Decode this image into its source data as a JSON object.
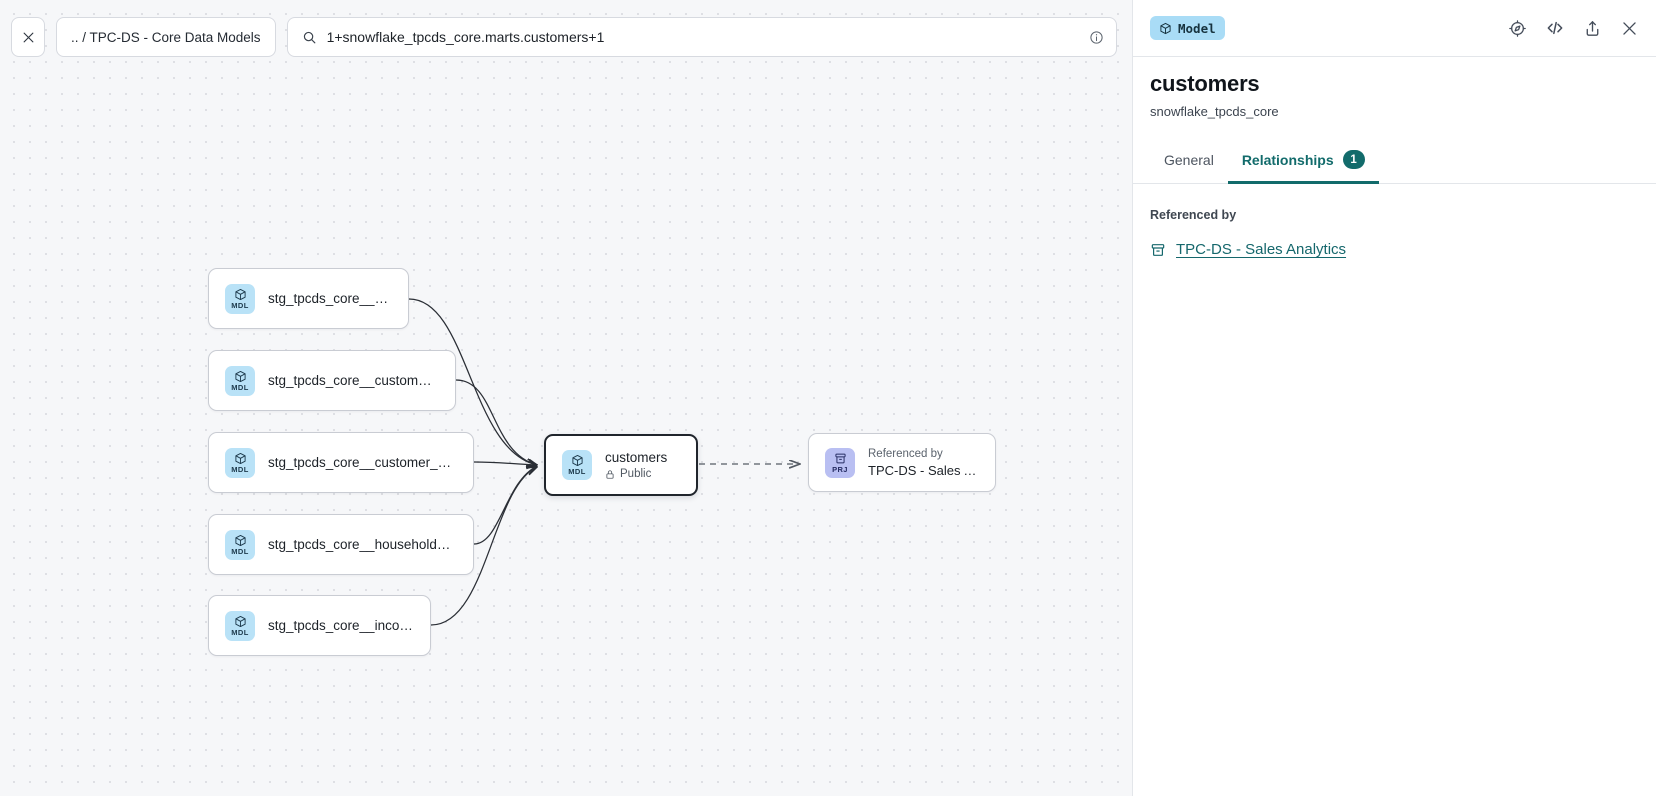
{
  "toolbar": {
    "close_icon": "close-icon",
    "breadcrumb": ".. / TPC-DS - Core Data Models",
    "search_icon": "search-icon",
    "search_value": "1+snowflake_tpcds_core.marts.customers+1",
    "info_icon": "info-icon",
    "refresh_icon": "refresh-icon"
  },
  "graph": {
    "upstream_nodes": [
      {
        "chip": "MDL",
        "label": "stg_tpcds_core__customer"
      },
      {
        "chip": "MDL",
        "label": "stg_tpcds_core__customer_address"
      },
      {
        "chip": "MDL",
        "label": "stg_tpcds_core__customer_demogra…"
      },
      {
        "chip": "MDL",
        "label": "stg_tpcds_core__household_demogr…"
      },
      {
        "chip": "MDL",
        "label": "stg_tpcds_core__income_band"
      }
    ],
    "focus_node": {
      "chip": "MDL",
      "label": "customers",
      "access_icon": "lock-icon",
      "access": "Public"
    },
    "downstream_node": {
      "chip": "PRJ",
      "overline": "Referenced by",
      "label": "TPC-DS - Sales Analytics"
    }
  },
  "panel": {
    "type_badge": "Model",
    "type_badge_icon": "cube-icon",
    "actions": [
      {
        "name": "explore-icon"
      },
      {
        "name": "code-icon"
      },
      {
        "name": "share-icon"
      },
      {
        "name": "close-icon"
      }
    ],
    "title": "customers",
    "subtitle": "snowflake_tpcds_core",
    "tabs": [
      {
        "label": "General",
        "active": false,
        "badge": null
      },
      {
        "label": "Relationships",
        "active": true,
        "badge": "1"
      }
    ],
    "section_label": "Referenced by",
    "referenced_by": [
      {
        "icon": "project-icon",
        "label": "TPC-DS - Sales Analytics"
      }
    ]
  },
  "colors": {
    "canvas_bg": "#f6f7f9",
    "accent_teal": "#126b6b",
    "chip_model": "#b9e2f7",
    "chip_project": "#b9bff2",
    "badge_model_bg": "#a9dcf6"
  }
}
